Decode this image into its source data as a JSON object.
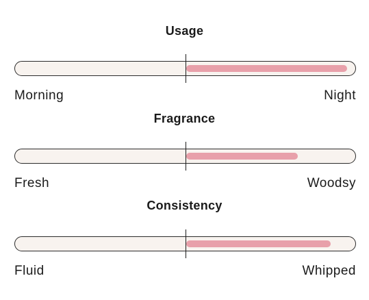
{
  "scales": [
    {
      "title": "Usage",
      "left_label": "Morning",
      "right_label": "Night",
      "level": 0.98
    },
    {
      "title": "Fragrance",
      "left_label": "Fresh",
      "right_label": "Woodsy",
      "level": 0.68
    },
    {
      "title": "Consistency",
      "left_label": "Fluid",
      "right_label": "Whipped",
      "level": 0.88
    }
  ],
  "colors": {
    "fill": "#e8a0aa",
    "track": "#f8f3ef",
    "border": "#2a2a2a"
  }
}
